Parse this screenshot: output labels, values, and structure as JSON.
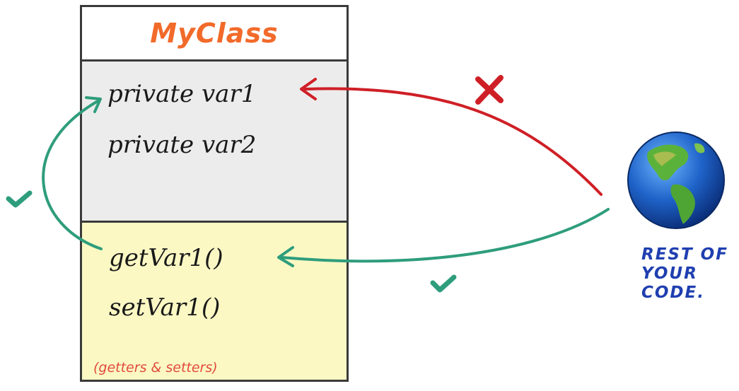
{
  "class_box": {
    "name": "MyClass",
    "fields": [
      "private var1",
      "private var2"
    ],
    "methods": [
      "getVar1()",
      "setVar1()"
    ],
    "methods_note": "(getters & setters)"
  },
  "outside": {
    "label_lines": [
      "REST OF",
      "YOUR",
      "CODE."
    ]
  },
  "colors": {
    "class_name": "#f26a2a",
    "fields_background": "#ececec",
    "methods_background": "#fbf8c4",
    "allowed_arrow": "#2e9d7c",
    "denied_arrow": "#cf1f26",
    "label_blue": "#1f3fb0",
    "note_red": "#e24a3b"
  },
  "icons": {
    "globe": "globe-americas-icon",
    "denied": "cross-mark-icon",
    "allowed": "check-mark-icon"
  }
}
